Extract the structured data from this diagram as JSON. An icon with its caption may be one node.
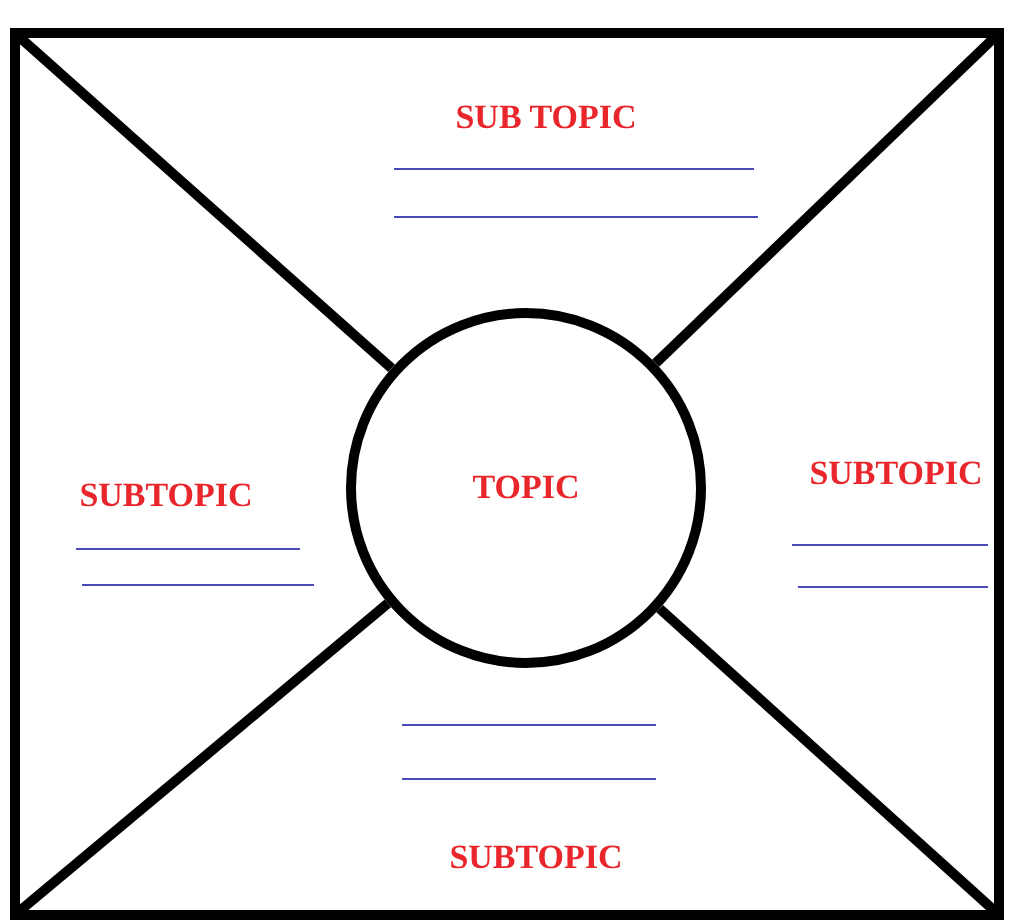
{
  "diagram": {
    "nodes": [
      {
        "text": [],
        "shape": "box"
      },
      {
        "text": [
          "SUB TOPIC"
        ],
        "in": 0
      },
      {
        "text": [
          "SUBTOPIC"
        ],
        "in": 0
      },
      {
        "text": [
          "TOPIC"
        ],
        "in": 0
      },
      {
        "text": [
          "SUBTOPIC"
        ],
        "in": 0
      },
      {
        "text": [
          "SUBTOPIC"
        ],
        "in": 0
      }
    ]
  }
}
